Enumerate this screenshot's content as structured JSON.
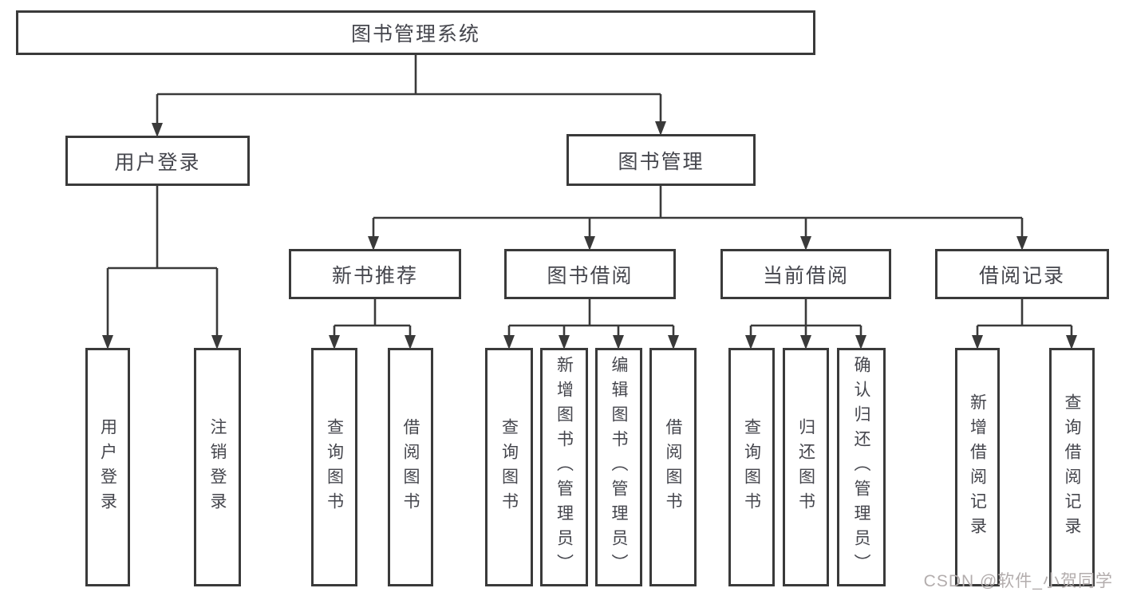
{
  "diagram": {
    "root": {
      "label": "图书管理系统"
    },
    "branches": [
      {
        "label": "用户登录",
        "children": [
          {
            "label": "用户登录"
          },
          {
            "label": "注销登录"
          }
        ]
      },
      {
        "label": "图书管理",
        "children": [
          {
            "label": "新书推荐",
            "children": [
              {
                "label": "查询图书"
              },
              {
                "label": "借阅图书"
              }
            ]
          },
          {
            "label": "图书借阅",
            "children": [
              {
                "label": "查询图书"
              },
              {
                "label": "新增图书（管理员）"
              },
              {
                "label": "编辑图书（管理员）"
              },
              {
                "label": "借阅图书"
              }
            ]
          },
          {
            "label": "当前借阅",
            "children": [
              {
                "label": "查询图书"
              },
              {
                "label": "归还图书"
              },
              {
                "label": "确认归还（管理员）"
              }
            ]
          },
          {
            "label": "借阅记录",
            "children": [
              {
                "label": "新增借阅记录"
              },
              {
                "label": "查询借阅记录"
              }
            ]
          }
        ]
      }
    ],
    "colors": {
      "line": "#3a3a3a",
      "border": "#3a3a3a",
      "text": "#45464d",
      "watermark": "#b3adad"
    }
  },
  "watermark": {
    "text": "CSDN @软件_小贺同学"
  }
}
